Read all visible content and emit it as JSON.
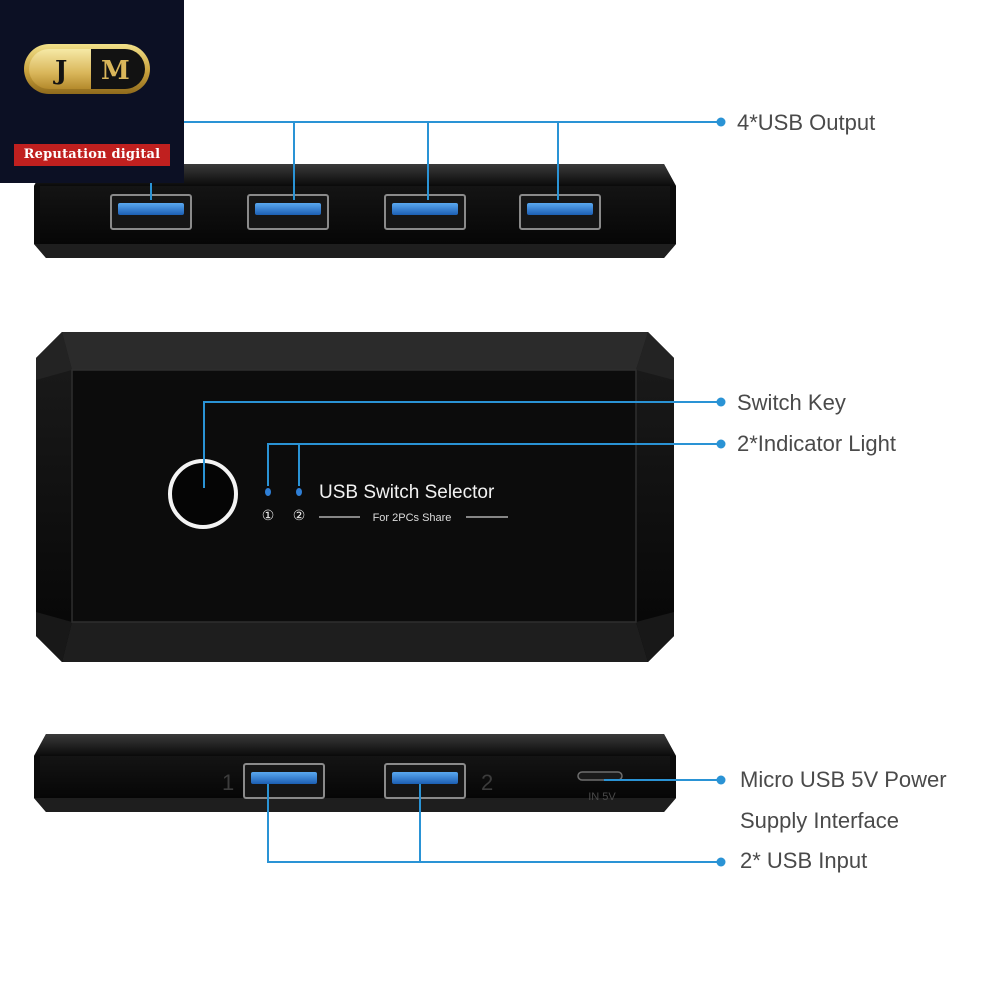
{
  "brand": {
    "logo_letter_left": "J",
    "logo_letter_right": "M",
    "tagline": "Reputation digital"
  },
  "callouts": {
    "usb_output": "4*USB Output",
    "switch_key": "Switch Key",
    "indicator_light": "2*Indicator Light",
    "micro_usb_line1": "Micro USB 5V Power",
    "micro_usb_line2": "Supply Interface",
    "usb_input": "2* USB Input"
  },
  "device": {
    "title": "USB Switch Selector",
    "subtitle": "For 2PCs Share",
    "indicator_1": "①",
    "indicator_2": "②",
    "port_1_label": "1",
    "port_2_label": "2",
    "power_label": "IN 5V"
  },
  "colors": {
    "callout_line": "#2a93d5",
    "usb_blue": "#2f7fd6",
    "device_body": "#0d0d0d",
    "indicator_led": "#2f7fd6"
  }
}
